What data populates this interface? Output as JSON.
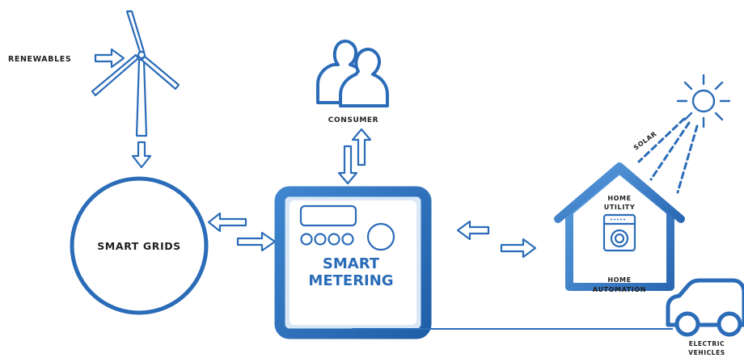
{
  "labels": {
    "renewables": "RENEWABLES",
    "consumer": "CONSUMER",
    "solar": "SOLAR",
    "smart_grids": "SMART GRIDS",
    "smart_metering_line1": "SMART",
    "smart_metering_line2": "METERING",
    "home_utility_line1": "HOME",
    "home_utility_line2": "UTILITY",
    "home_automation_line1": "HOME",
    "home_automation_line2": "AUTOMATION",
    "electric_vehicles_line1": "ELECTRIC",
    "electric_vehicles_line2": "VEHICLES"
  },
  "colors": {
    "primary_blue": "#2b6cb8",
    "light_blue": "#4a90d9",
    "pale_blue": "#9cc3ea",
    "text_dark": "#1f1f1f"
  },
  "icons": [
    "wind-turbine-icon",
    "consumer-people-icon",
    "sun-icon",
    "smart-meter-icon",
    "house-icon",
    "washing-machine-icon",
    "car-icon"
  ]
}
